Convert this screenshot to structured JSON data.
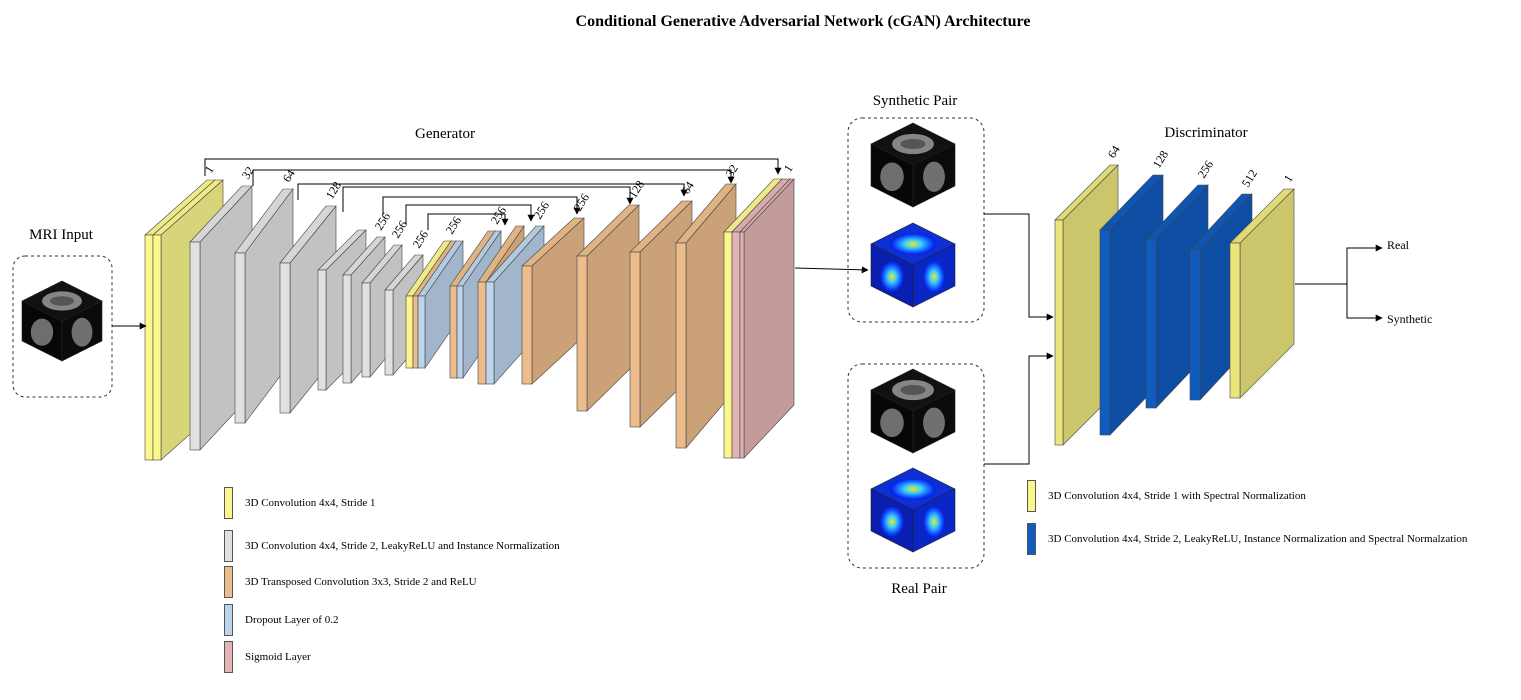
{
  "title": "Conditional Generative Adversarial Network (cGAN) Architecture",
  "labels": {
    "mri_input": "MRI Input",
    "generator": "Generator",
    "synthetic_pair": "Synthetic Pair",
    "real_pair": "Real Pair",
    "discriminator": "Discriminator",
    "out_real": "Real",
    "out_synthetic": "Synthetic"
  },
  "colors": {
    "conv_stride1": "#fbf68e",
    "conv_stride2": "#e1e1e1",
    "transposed": "#ecbc8c",
    "dropout": "#bcd4ec",
    "sigmoid": "#e3b4b4",
    "disc_stride1": "#ece57c",
    "disc_stride2": "#0f5bbf"
  },
  "generator_layers": [
    {
      "label": "1",
      "type": "conv_stride1"
    },
    {
      "label": "32",
      "type": "conv_stride2"
    },
    {
      "label": "64",
      "type": "conv_stride2"
    },
    {
      "label": "128",
      "type": "conv_stride2"
    },
    {
      "label": "256",
      "type": "conv_stride2"
    },
    {
      "label": "256",
      "type": "conv_stride2"
    },
    {
      "label": "256",
      "type": "conv_stride2"
    },
    {
      "label": "256",
      "type": "transposed"
    },
    {
      "label": "256",
      "type": "transposed"
    },
    {
      "label": "256",
      "type": "transposed"
    },
    {
      "label": "256",
      "type": "transposed"
    },
    {
      "label": "128",
      "type": "transposed"
    },
    {
      "label": "64",
      "type": "transposed"
    },
    {
      "label": "32",
      "type": "conv_stride1"
    },
    {
      "label": "1",
      "type": "sigmoid"
    }
  ],
  "discriminator_layers": [
    {
      "label": "64",
      "type": "disc_stride1"
    },
    {
      "label": "128",
      "type": "disc_stride2"
    },
    {
      "label": "256",
      "type": "disc_stride2"
    },
    {
      "label": "512",
      "type": "disc_stride2"
    },
    {
      "label": "1",
      "type": "disc_stride1"
    }
  ],
  "legend_generator": [
    {
      "label": "3D Convolution 4x4, Stride 1",
      "color": "#fbf68e"
    },
    {
      "label": "3D Convolution 4x4, Stride 2, LeakyReLU and Instance Normalization",
      "color": "#e1e1e1"
    },
    {
      "label": "3D Transposed Convolution 3x3, Stride 2 and ReLU",
      "color": "#ecbc8c"
    },
    {
      "label": "Dropout Layer of 0.2",
      "color": "#bcd4ec"
    },
    {
      "label": "Sigmoid Layer",
      "color": "#e3b4b4"
    }
  ],
  "legend_discriminator": [
    {
      "label": "3D Convolution 4x4, Stride 1 with Spectral Normalization",
      "color": "#fbf68e"
    },
    {
      "label": "3D Convolution 4x4, Stride 2, LeakyReLU, Instance Normalization and Spectral Normalzation",
      "color": "#0f5bbf"
    }
  ]
}
